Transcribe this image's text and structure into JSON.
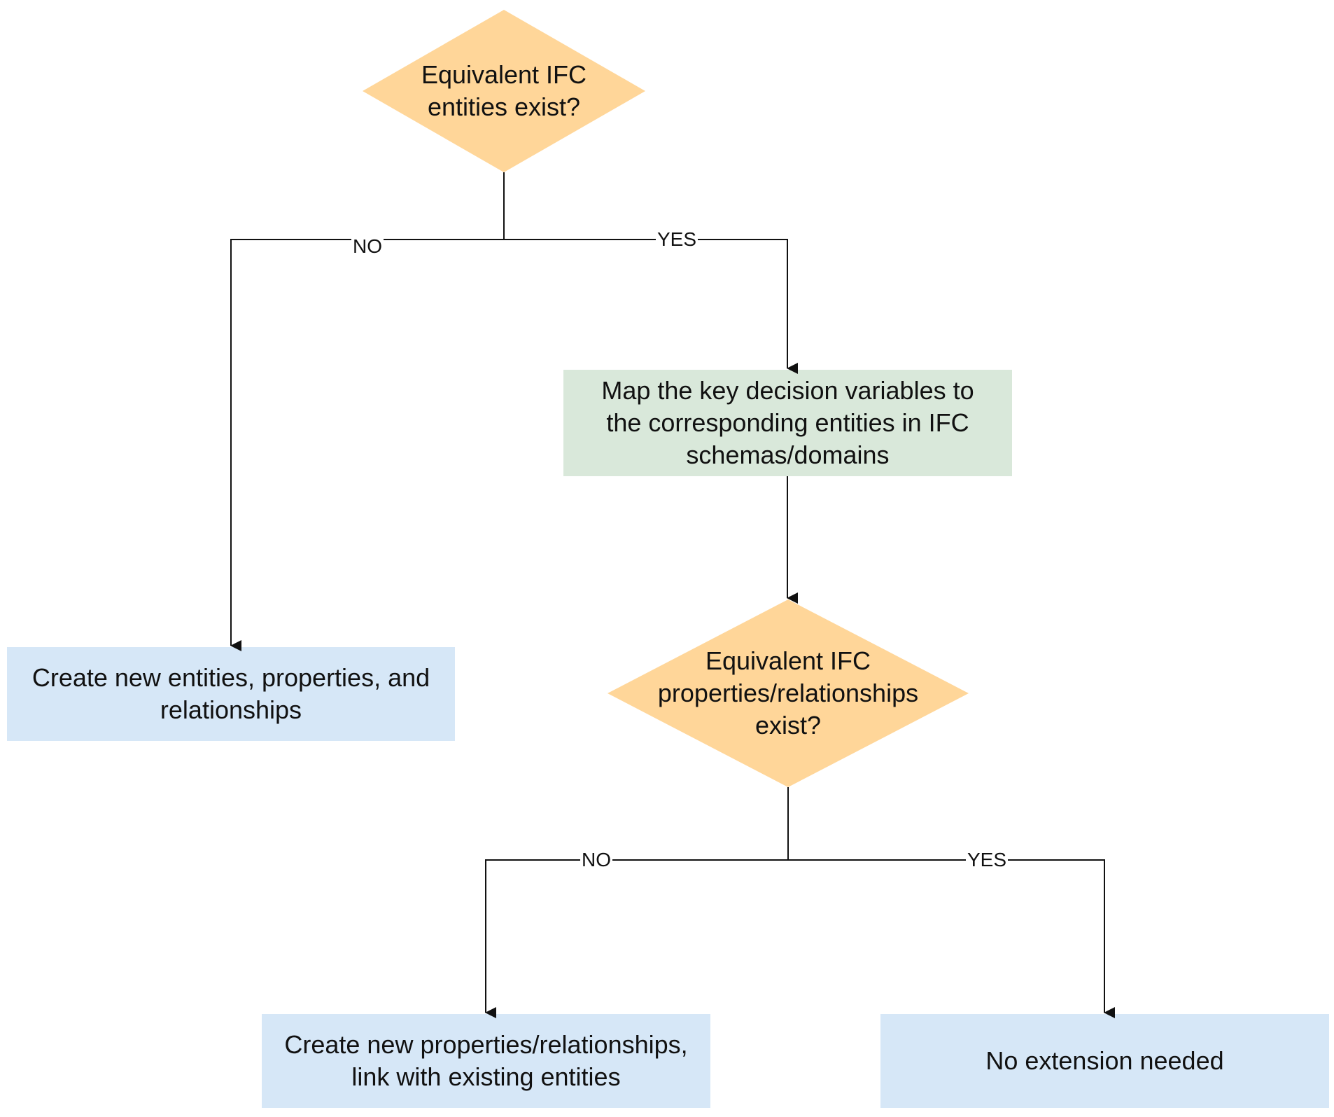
{
  "colors": {
    "decision": "#FFD699",
    "process_green": "#D9E8DA",
    "process_blue": "#D6E7F7",
    "line": "#111111"
  },
  "nodes": {
    "decision_entities": {
      "lines": [
        "Equivalent IFC",
        "entities exist?"
      ]
    },
    "map_variables": {
      "lines": [
        "Map the key decision variables to",
        "the corresponding entities in IFC",
        "schemas/domains"
      ]
    },
    "create_entities": {
      "lines": [
        "Create new entities, properties, and",
        "relationships"
      ]
    },
    "decision_properties": {
      "lines": [
        "Equivalent IFC",
        "properties/relationships",
        "exist?"
      ]
    },
    "create_properties": {
      "lines": [
        "Create new properties/relationships,",
        "link with existing entities"
      ]
    },
    "no_extension": {
      "lines": [
        "No extension needed"
      ]
    }
  },
  "edge_labels": {
    "entities_no": "NO",
    "entities_yes": "YES",
    "properties_no": "NO",
    "properties_yes": "YES"
  }
}
